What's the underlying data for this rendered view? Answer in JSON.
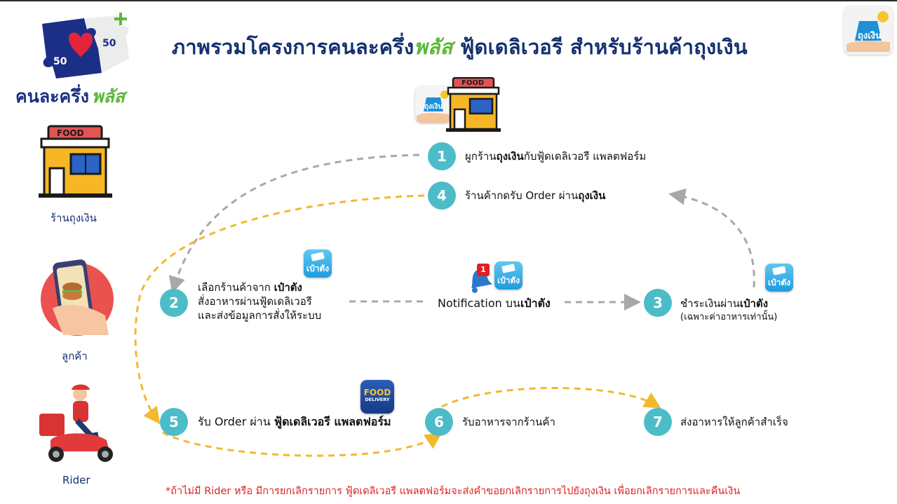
{
  "title": {
    "part1": "ภาพรวมโครงการคนละครึ่ง",
    "part2": "พลัส",
    "part3": " ฟู้ดเดลิเวอรี สำหรับร้านค้าถุงเงิน"
  },
  "logo": {
    "text": "คนละครึ่ง",
    "plus_text": "พลัส",
    "num_left": "50",
    "num_right": "50"
  },
  "badge": {
    "text": "ถุงเงิน"
  },
  "actors": [
    {
      "label": "ร้านถุงเงิน"
    },
    {
      "label": "ลูกค้า"
    },
    {
      "label": "Rider"
    }
  ],
  "store_sign": "FOOD",
  "apps": {
    "paotang": "เป๋าตัง",
    "food_delivery_line1": "FOOD",
    "food_delivery_line2": "DELIVERY",
    "notification_count": "1",
    "thung_ngoen": "ถุงเงิน"
  },
  "steps": [
    {
      "num": "1",
      "text_a": "ผูกร้าน",
      "text_b": "ถุงเงิน",
      "text_c": "กับฟู้ดเดลิเวอรี แพลตฟอร์ม"
    },
    {
      "num": "2",
      "line1_a": "เลือกร้านค้าจาก ",
      "line1_b": "เป๋าตัง",
      "line2": "สั่งอาหารผ่านฟู้ดเดลิเวอรี",
      "line3": "และส่งข้อมูลการสั่งให้ระบบ"
    },
    {
      "num": "3",
      "line1_a": "ชำระเงินผ่าน",
      "line1_b": "เป๋าตัง",
      "line2": "(เฉพาะค่าอาหารเท่านั้น)"
    },
    {
      "num": "4",
      "text_a": "ร้านค้ากดรับ Order ผ่าน",
      "text_b": "ถุงเงิน"
    },
    {
      "num": "5",
      "text_a": "รับ Order ผ่าน ",
      "text_b": "ฟู้ดเดลิเวอรี แพลตฟอร์ม"
    },
    {
      "num": "6",
      "text": "รับอาหารจากร้านค้า"
    },
    {
      "num": "7",
      "text": "ส่งอาหารให้ลูกค้าสำเร็จ"
    }
  ],
  "notification": {
    "text_a": "Notification บน",
    "text_b": "เป๋าตัง"
  },
  "footnote": "*ถ้าไม่มี Rider หรือ มีการยกเลิกรายการ ฟู้ดเดลิเวอรี แพลตฟอร์มจะส่งคำขอยกเลิกรายการไปยังถุงเงิน เพื่อยกเลิกรายการและคืนเงิน",
  "colors": {
    "title": "#14306f",
    "accent_green": "#5cb83a",
    "step_circle": "#4cbcc9",
    "arrow_gray": "#a8a8a8",
    "arrow_yellow": "#f2b92f",
    "footnote": "#e02020"
  }
}
